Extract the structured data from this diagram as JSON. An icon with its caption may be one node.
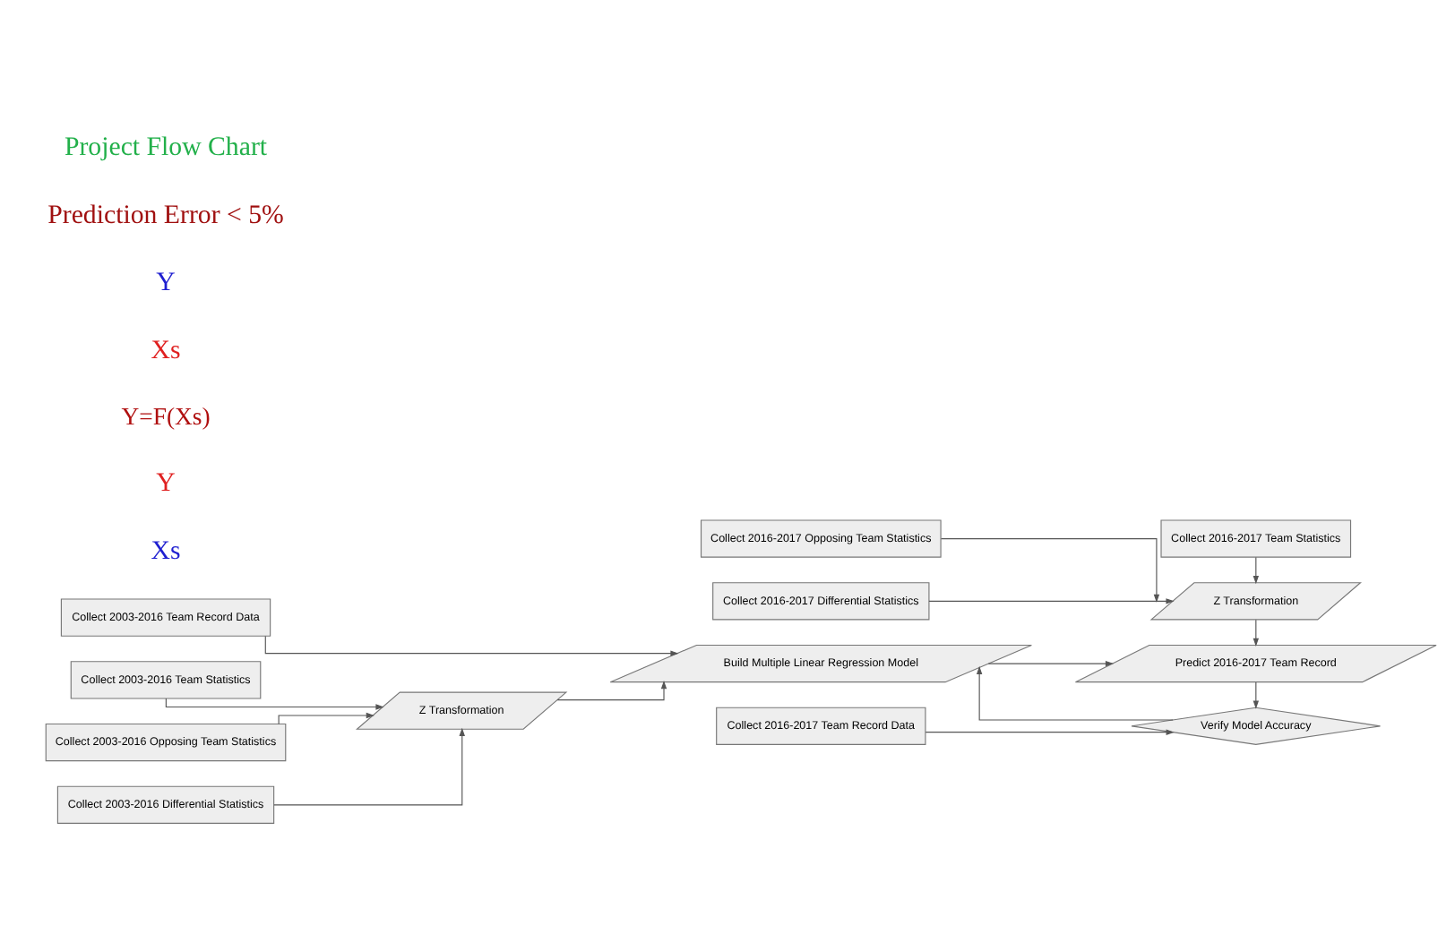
{
  "diagram": {
    "nodes": [
      {
        "text": [
          "Collect 2003-2016 Team Record Data"
        ]
      },
      {
        "text": [
          "Collect 2003-2016 Team Statistics"
        ]
      },
      {
        "text": [
          "Collect 2003-2016 Opposing Team Statistics"
        ]
      },
      {
        "text": [
          "Collect 2003-2016 Differential Statistics"
        ]
      },
      {
        "text": [
          "Z Transformation"
        ]
      },
      {
        "text": [
          "Build Multiple Linear Regression Model"
        ]
      },
      {
        "text": [
          "Collect 2016-2017 Team Statistics"
        ]
      },
      {
        "text": [
          "Z Transformation"
        ]
      },
      {
        "text": [
          "Collect 2016-2017 Opposing Team Statistics"
        ]
      },
      {
        "text": [
          "Collect 2016-2017 Differential Statistics"
        ]
      },
      {
        "text": [
          "Predict 2016-2017 Team Record"
        ]
      },
      {
        "text": [
          "Collect 2016-2017 Team Record Data"
        ]
      },
      {
        "text": [
          "Verify Model Accuracy"
        ]
      }
    ],
    "edges": [
      {
        "from": 0,
        "to": 5,
        "arrow": "to"
      },
      {
        "from": 1,
        "to": 4,
        "arrow": "to"
      },
      {
        "from": 2,
        "to": 4,
        "arrow": "to"
      },
      {
        "from": 3,
        "to": 4,
        "arrow": "to"
      },
      {
        "from": 4,
        "to": 5,
        "arrow": "to"
      },
      {
        "from": 6,
        "to": 7,
        "arrow": "to"
      },
      {
        "from": 8,
        "to": 7,
        "arrow": "to"
      },
      {
        "from": 9,
        "to": 7,
        "arrow": "to"
      },
      {
        "from": 5,
        "to": 10,
        "arrow": "to"
      },
      {
        "from": 7,
        "to": 10,
        "arrow": "to"
      },
      {
        "from": 10,
        "to": 12,
        "arrow": "to"
      },
      {
        "from": 11,
        "to": 12,
        "arrow": "to"
      },
      {
        "from": 12,
        "to": 5,
        "arrow": "to"
      }
    ],
    "labels": [
      "Xs",
      "Y",
      "Y=F(Xs)",
      "Xs",
      "Y",
      "Prediction Error < 5%",
      "Project Flow Chart"
    ]
  }
}
